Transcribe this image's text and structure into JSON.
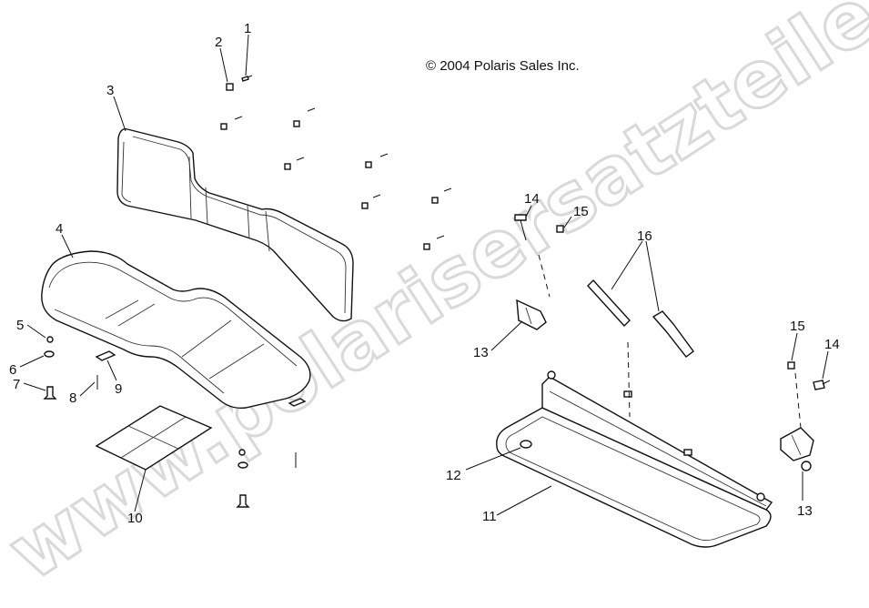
{
  "diagram": {
    "copyright": "© 2004 Polaris Sales Inc.",
    "watermark": "www.polarisersatzteile.de",
    "callouts": [
      "1",
      "2",
      "3",
      "4",
      "5",
      "6",
      "7",
      "8",
      "9",
      "10",
      "11",
      "12",
      "13",
      "13",
      "14",
      "14",
      "15",
      "15",
      "16"
    ]
  }
}
